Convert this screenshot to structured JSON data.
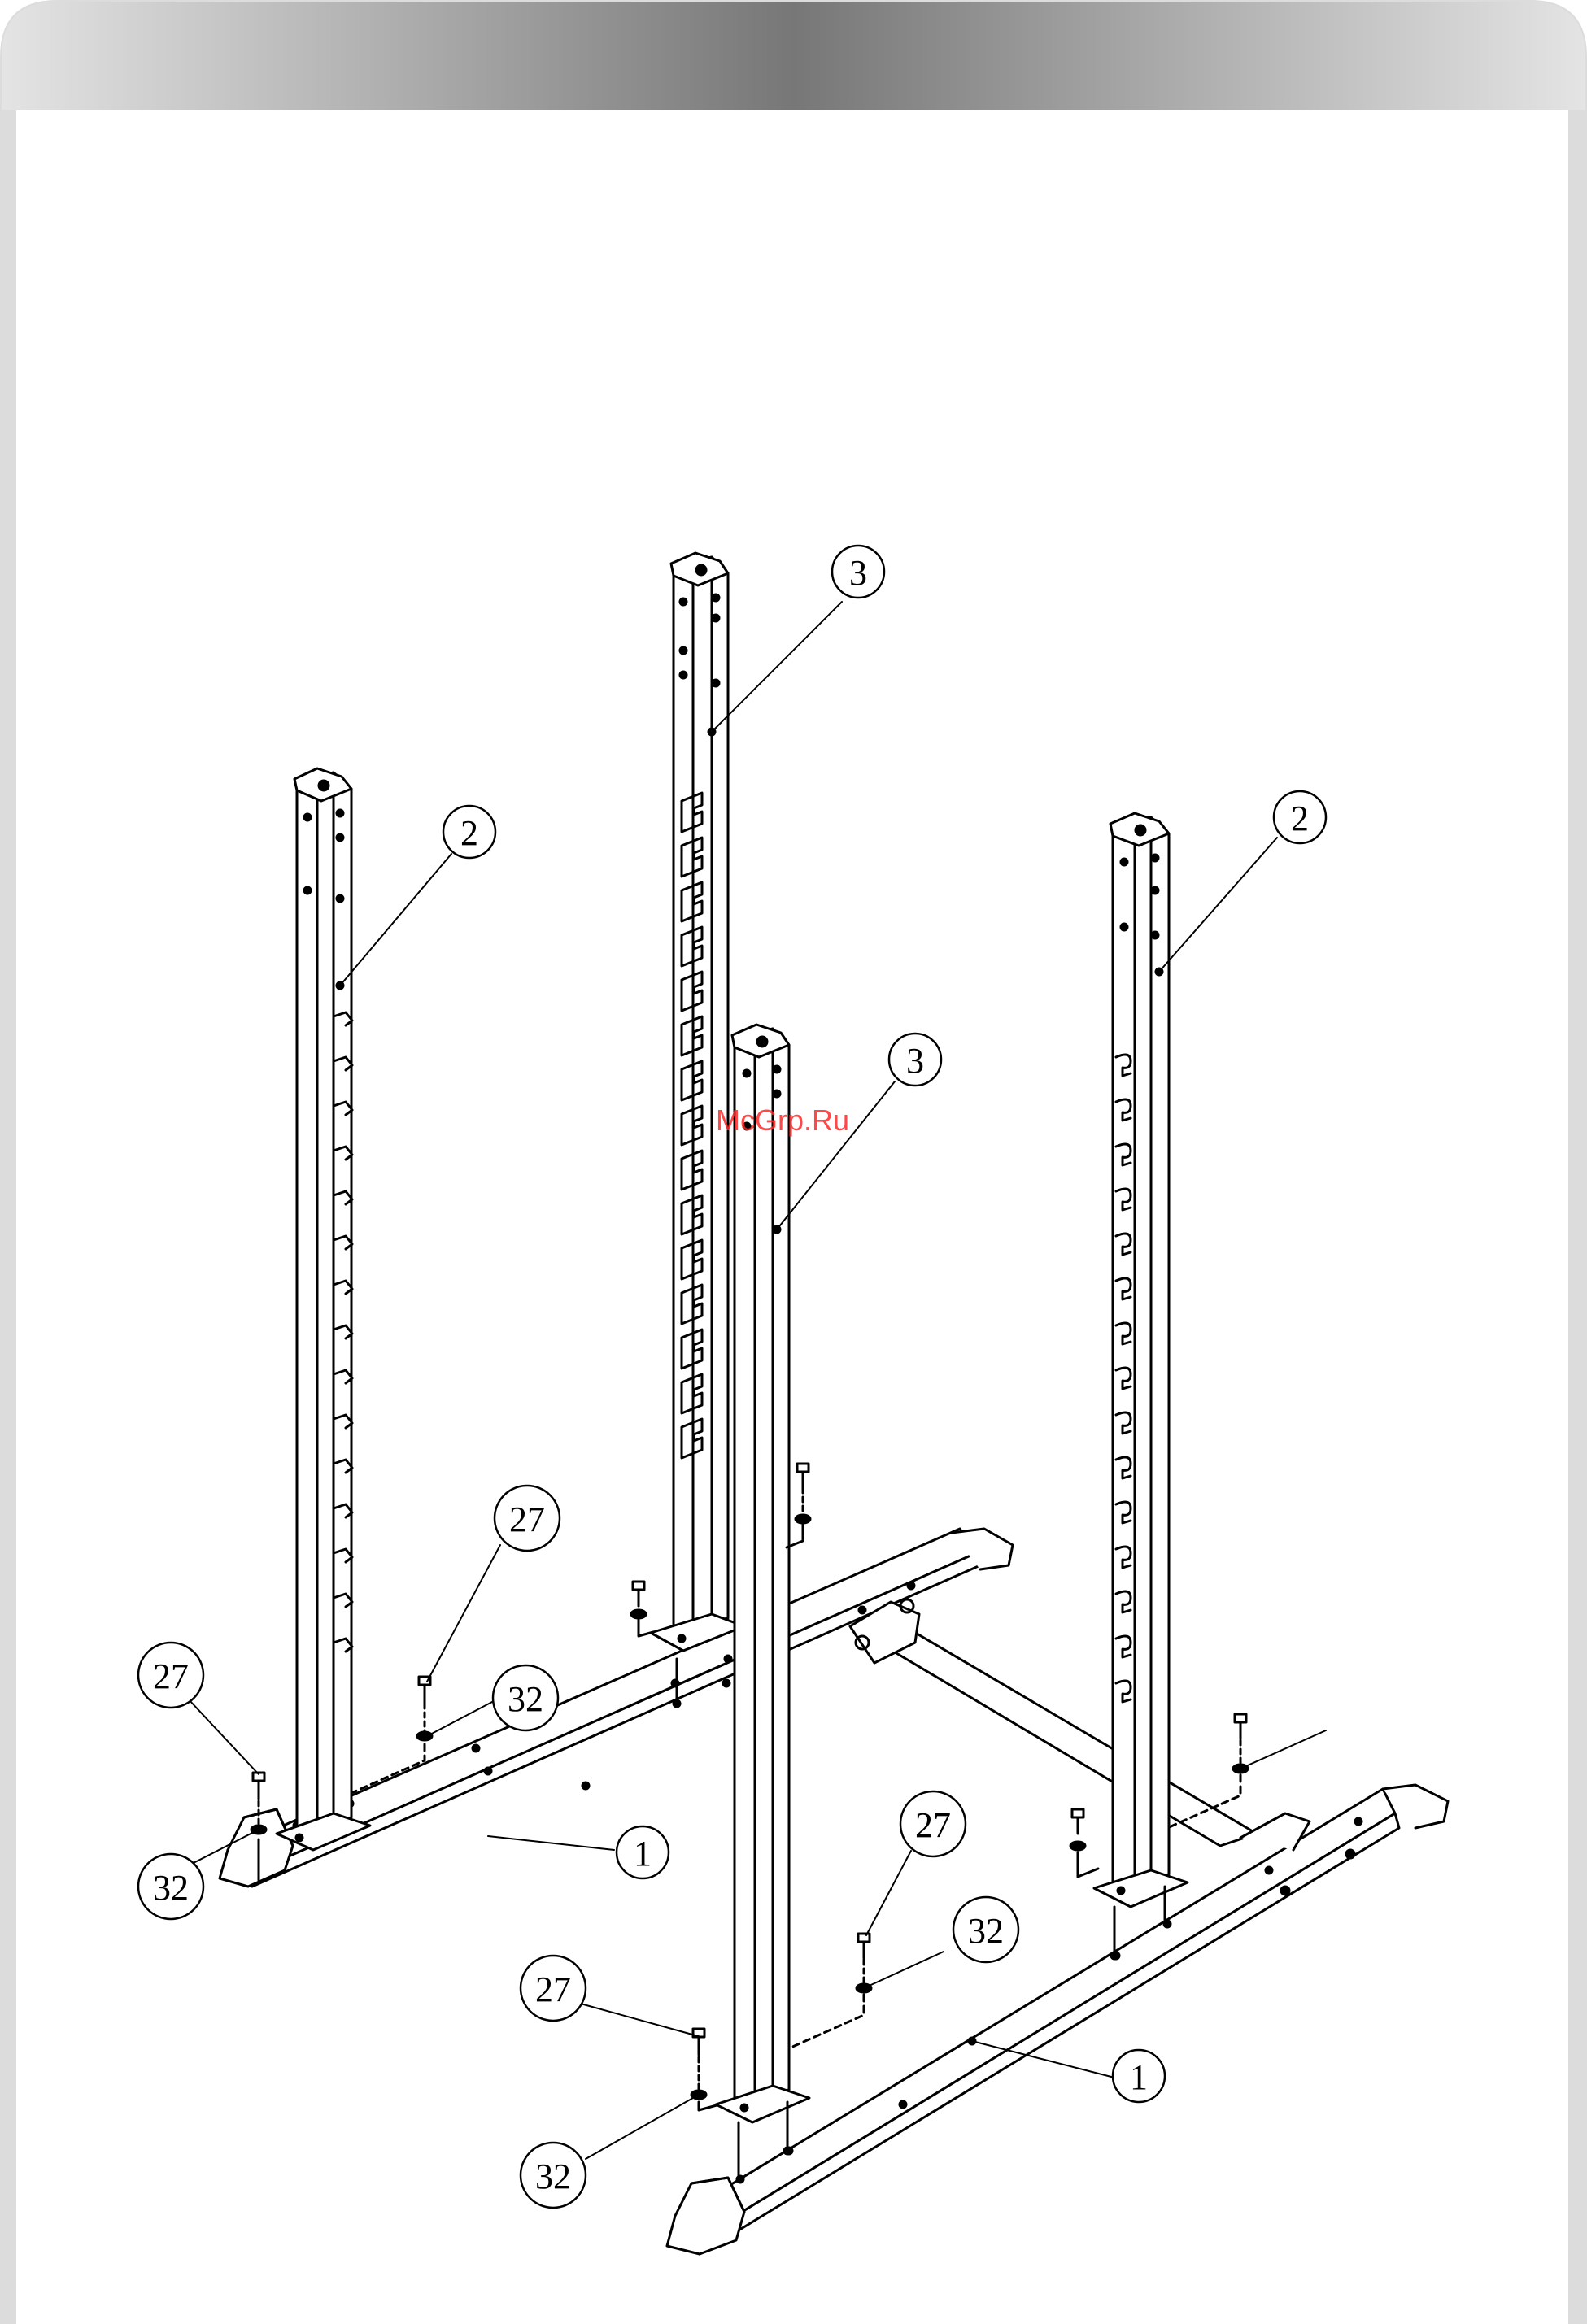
{
  "watermark": "McGrp.Ru",
  "colors": {
    "header_gradient_dark": "#7a7a7a",
    "header_gradient_light": "#d8d8d8",
    "frame_border": "#bdbdbd",
    "line": "#000000",
    "watermark": "#ff2a2a"
  },
  "callouts": {
    "part_1a": "1",
    "part_1b": "1",
    "part_2a": "2",
    "part_2b": "2",
    "part_3a": "3",
    "part_3b": "3",
    "part_27a": "27",
    "part_27b": "27",
    "part_27c": "27",
    "part_27d": "27",
    "part_32a": "32",
    "part_32b": "32",
    "part_32c": "32",
    "part_32d": "32"
  }
}
